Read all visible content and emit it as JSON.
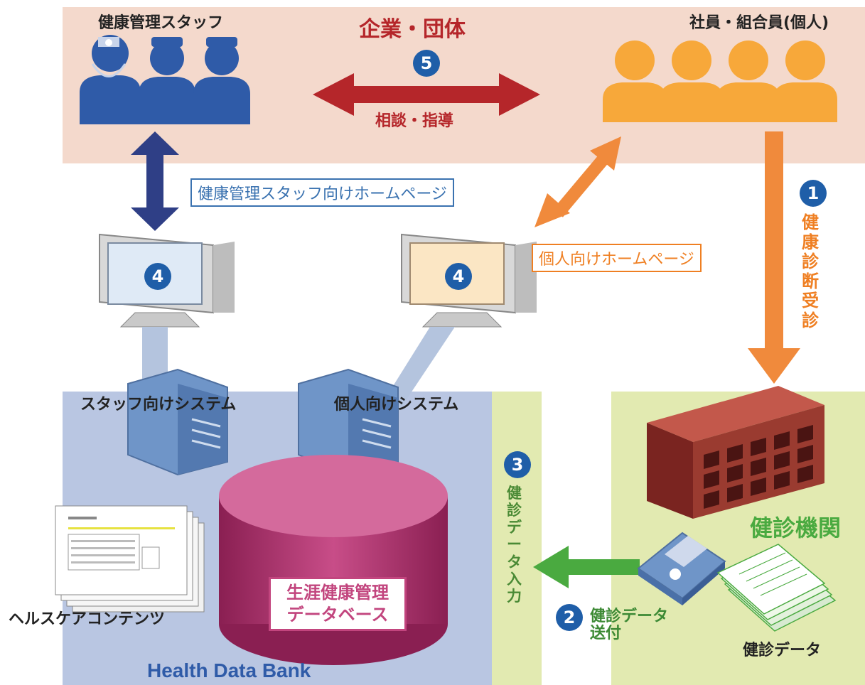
{
  "top_band": {
    "title": "企業・団体",
    "left_group_label": "健康管理スタッフ",
    "right_group_label": "社員・組合員(個人)",
    "consult_label": "相談・指導",
    "step5": "5"
  },
  "staff_homepage_label": "健康管理スタッフ向けホームページ",
  "personal_homepage_label": "個人向けホームページ",
  "monitor_badges": [
    "4",
    "4"
  ],
  "step1": {
    "number": "1",
    "chars": [
      "健",
      "康",
      "診",
      "断",
      "受",
      "診"
    ]
  },
  "step2": {
    "number": "2",
    "line1": "健診データ",
    "line2": "送付"
  },
  "step3": {
    "number": "3",
    "chars": [
      "健",
      "診",
      "デ",
      "ー",
      "タ",
      "入",
      "力"
    ]
  },
  "staff_system_label": "スタッフ向けシステム",
  "personal_system_label": "個人向けシステム",
  "healthcare_contents_label": "ヘルスケアコンテンツ",
  "database_label": {
    "line1": "生涯健康管理",
    "line2": "データベース"
  },
  "health_data_bank_label": "Health Data Bank",
  "clinic_label": "健診機関",
  "checkup_data_label": "健診データ",
  "colors": {
    "top_band": "#f4d9cc",
    "hdb_panel": "#b9c6e2",
    "green_panel": "#e2eab1",
    "staff_blue": "#2f5ba8",
    "people_orange": "#f7a83a",
    "red_arrow": "#b5262a",
    "orange_arrow": "#f08a3c",
    "navy_arrow": "#2f3f86",
    "green_arrow": "#4aaa40",
    "db_magenta": "#c2457e",
    "building": "#9a3b30"
  }
}
